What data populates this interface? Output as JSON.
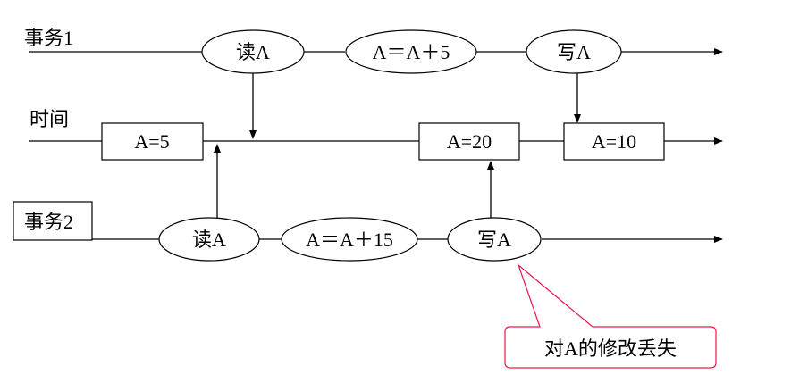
{
  "diagram": {
    "title": "Lost update concurrency example",
    "rows": {
      "transaction1": {
        "label": "事务1"
      },
      "time": {
        "label": "时间"
      },
      "transaction2": {
        "label": "事务2"
      }
    },
    "transaction1_steps": [
      "读A",
      "A＝A＋5",
      "写A"
    ],
    "time_values": [
      "A=5",
      "A=20",
      "A=10"
    ],
    "transaction2_steps": [
      "读A",
      "A＝A＋15",
      "写A"
    ],
    "callout": {
      "text": "对A的修改丢失",
      "color": "#e8174a"
    },
    "line_color": "#000000"
  }
}
